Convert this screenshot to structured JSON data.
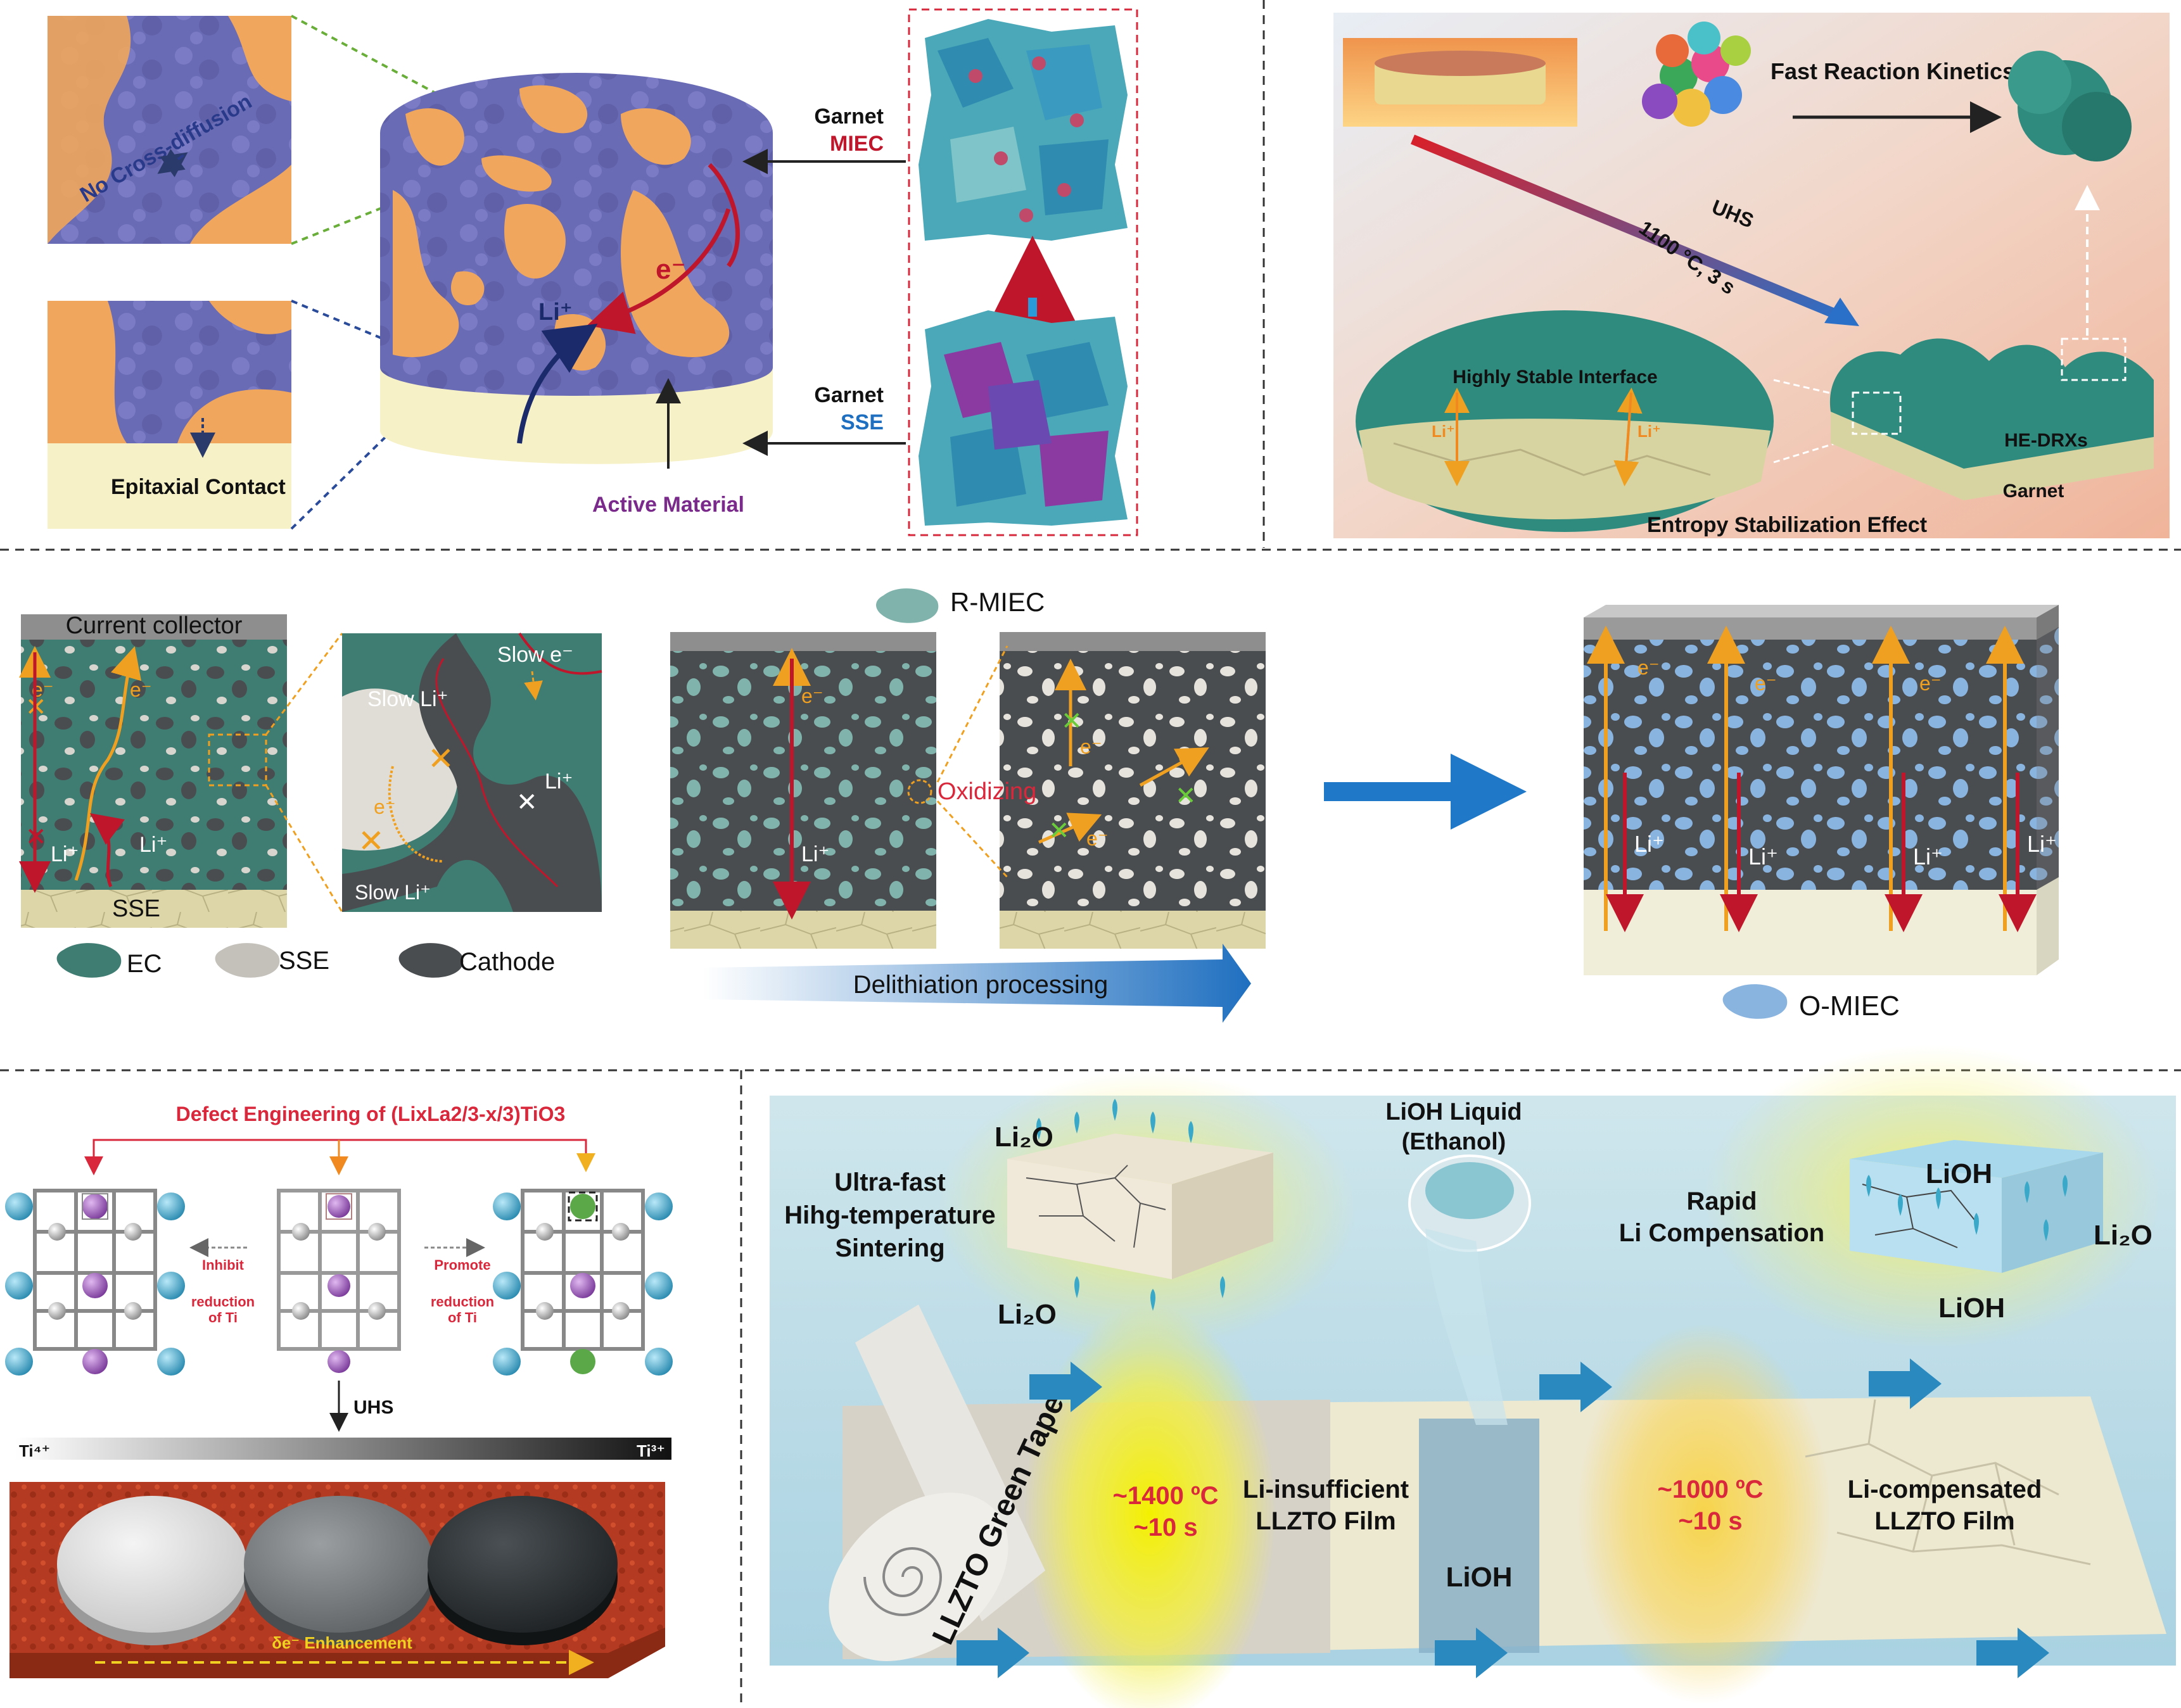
{
  "panel_a": {
    "no_cross_diffusion": "No Cross-diffusion",
    "epitaxial_contact": "Epitaxial Contact",
    "e_label": "e⁻",
    "li_label": "Li⁺",
    "garnet_top_1": "Garnet",
    "garnet_top_2": "MIEC",
    "garnet_bottom_1": "Garnet",
    "garnet_bottom_2": "SSE",
    "active_material": "Active Material"
  },
  "panel_b": {
    "fast_kinetics": "Fast  Reaction Kinetics",
    "uhs": "UHS",
    "temp": "1100 °C, 3 s",
    "stable_interface": "Highly Stable Interface",
    "li_left": "Li⁺",
    "li_right": "Li⁺",
    "he_drxs": "HE-DRXs",
    "garnet": "Garnet",
    "entropy": "Entropy Stabilization Effect"
  },
  "panel_c": {
    "current_collector": "Current collector",
    "sse_label": "SSE",
    "e1": "e⁻",
    "e2": "e⁻",
    "li1": "Li⁺",
    "li2": "Li⁺",
    "slow_e": "Slow e⁻",
    "slow_li_1": "Slow Li⁺",
    "slow_li_2": "Slow Li⁺",
    "zoom_e": "e⁻",
    "zoom_li": "Li⁺",
    "legend_ec": "EC",
    "legend_sse": "SSE",
    "legend_cathode": "Cathode",
    "r_miec": "R-MIEC",
    "oxidizing": "Oxidizing",
    "delithiation": "Delithiation processing",
    "mid_e": "e⁻",
    "mid_li": "Li⁺",
    "right_e1": "e⁻",
    "right_e2": "e⁻",
    "right_e3": "e⁻",
    "o_miec": "O-MIEC",
    "o_e1": "e⁻",
    "o_e2": "e⁻",
    "o_e3": "e⁻",
    "o_li1": "Li⁺",
    "o_li2": "Li⁺",
    "o_li3": "Li⁺",
    "o_li4": "Li⁺"
  },
  "panel_d": {
    "title": "Defect Engineering of (LixLa2/3-x/3)TiO3",
    "inhibit_1": "Inhibit",
    "inhibit_2": "reduction",
    "inhibit_3": "of Ti",
    "promote_1": "Promote",
    "promote_2": "reduction",
    "promote_3": "of Ti",
    "uhs": "UHS",
    "ti4": "Ti⁴⁺",
    "ti3": "Ti³⁺",
    "enhancement": "δe⁻ Enhancement"
  },
  "panel_e": {
    "li2o_top": "Li₂O",
    "uhts_1": "Ultra-fast",
    "uhts_2": "Hihg-temperature",
    "uhts_3": "Sintering",
    "li2o_bottom": "Li₂O",
    "lioh_liquid_1": "LiOH Liquid",
    "lioh_liquid_2": "(Ethanol)",
    "rapid_1": "Rapid",
    "rapid_2": "Li Compensation",
    "lioh_top": "LiOH",
    "li2o_right": "Li₂O",
    "lioh_bottom": "LiOH",
    "green_tape": "LLZTO Green Tape",
    "temp1_1": "~1400 ºC",
    "temp1_2": "~10 s",
    "insufficient_1": "Li-insufficient",
    "insufficient_2": "LLZTO Film",
    "lioh_pool": "LiOH",
    "temp2_1": "~1000 ºC",
    "temp2_2": "~10 s",
    "compensated_1": "Li-compensated",
    "compensated_2": "LLZTO Film"
  },
  "colors": {
    "orange_phase": "#f0a65c",
    "blue_phase": "#6a6bb5",
    "teal": "#2f8b7e",
    "dark_cathode": "#4a4d50",
    "sse_beige": "#d9d4a6",
    "red_arrow": "#c0162b",
    "orange_arrow": "#f0a020",
    "blue_arrow": "#1f78c8",
    "light_blue": "#8ab4e0",
    "title_red": "#d9283b"
  }
}
